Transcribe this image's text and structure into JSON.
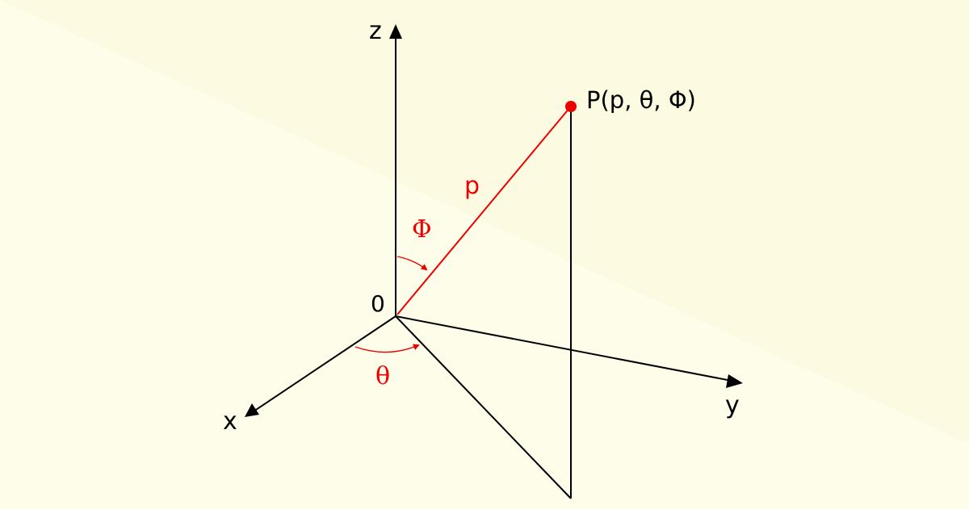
{
  "labels": {
    "z_axis": "z",
    "x_axis": "x",
    "y_axis": "y",
    "origin": "0",
    "point": "P(p, θ, Φ)",
    "radius": "p",
    "phi": "Φ",
    "theta": "θ"
  },
  "colors": {
    "background": "#fdfde9",
    "background_band": "#fcfbe2",
    "axis": "#000000",
    "highlight": "#ee0000"
  }
}
